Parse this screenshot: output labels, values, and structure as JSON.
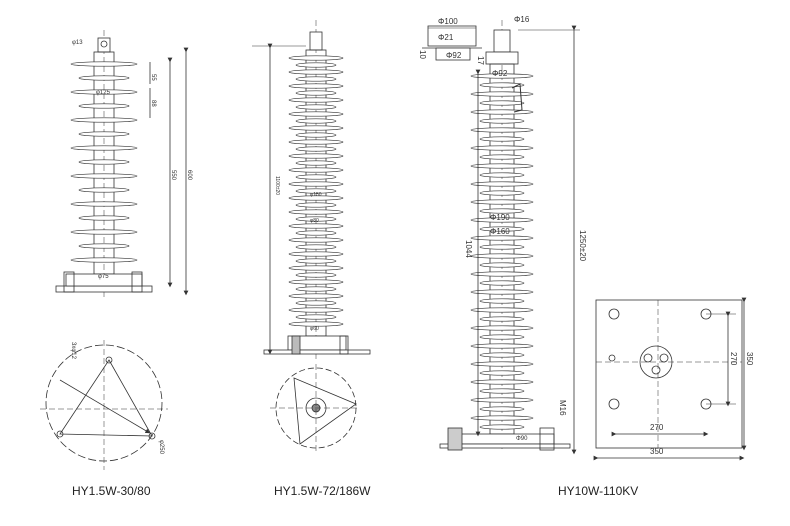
{
  "captions": {
    "left": "HY1.5W-30/80",
    "middle": "HY1.5W-72/186W",
    "right": "HY10W-110KV"
  },
  "left_drawing": {
    "dims": {
      "top_hole": "φ13",
      "d1": "φ125",
      "d2": "φ75",
      "h1": "55",
      "h2": "88",
      "h3": "550",
      "h4": "600",
      "bolt_circle": "3xφ12",
      "pcd": "φ250"
    }
  },
  "middle_drawing": {
    "dims": {
      "d1": "φ150",
      "d2": "φ80",
      "d3": "φ60",
      "h_total": "1100±20"
    }
  },
  "right_drawing": {
    "dims": {
      "top_d1": "Φ100",
      "top_d2": "Φ21",
      "top_d3": "Φ92",
      "top_left_h": "10",
      "top_right_h": "17",
      "top_bolt": "Φ16",
      "cap_d": "Φ92",
      "shed_d1": "Φ190",
      "shed_d2": "Φ160",
      "h_inner": "1044",
      "h_total": "1250±20",
      "base_bolt": "M16",
      "base_d": "Φ90"
    },
    "base_plan": {
      "spacing_v": "270",
      "overall_v": "350",
      "spacing_h": "270",
      "overall_h": "350"
    }
  }
}
